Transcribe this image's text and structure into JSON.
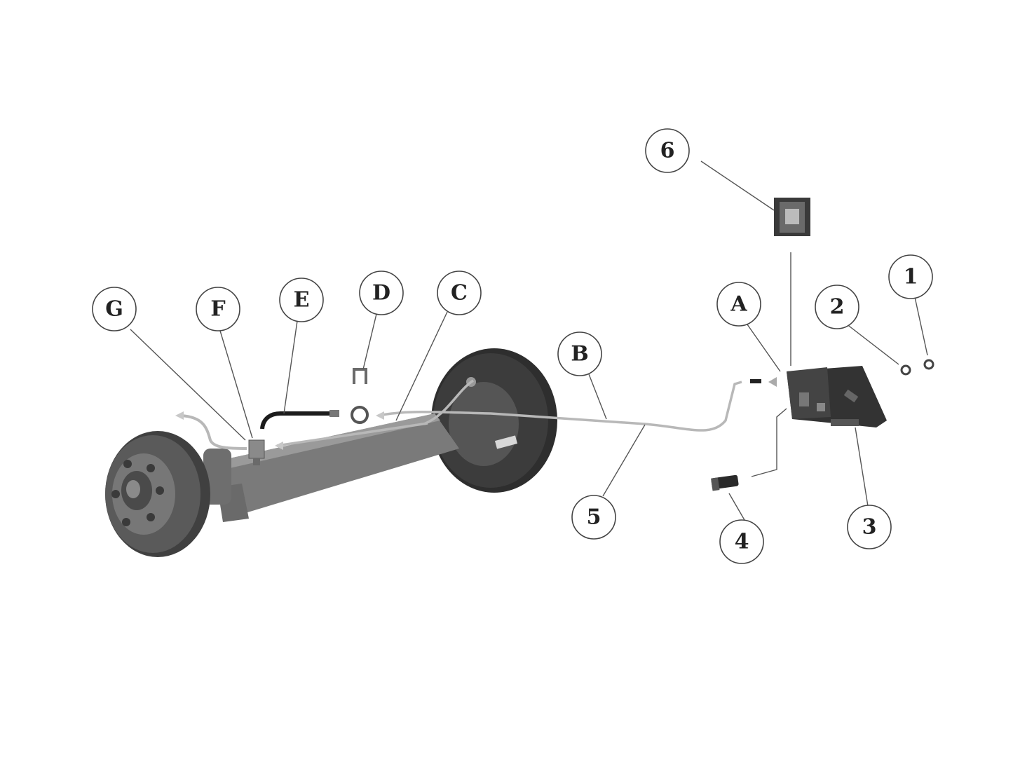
{
  "callouts": {
    "G": "G",
    "F": "F",
    "E": "E",
    "D": "D",
    "C": "C",
    "B": "B",
    "A": "A",
    "n1": "1",
    "n2": "2",
    "n3": "3",
    "n4": "4",
    "n5": "5",
    "n6": "6"
  },
  "colors": {
    "axle": "#7a7a7a",
    "axle_dark": "#5a5a5a",
    "drum": "#3c3c3c",
    "drum_dark": "#262626",
    "hub": "#8a8a8a",
    "brake_line": "#b8b8b8",
    "hose": "#1c1c1c",
    "caliper": "#333333"
  }
}
